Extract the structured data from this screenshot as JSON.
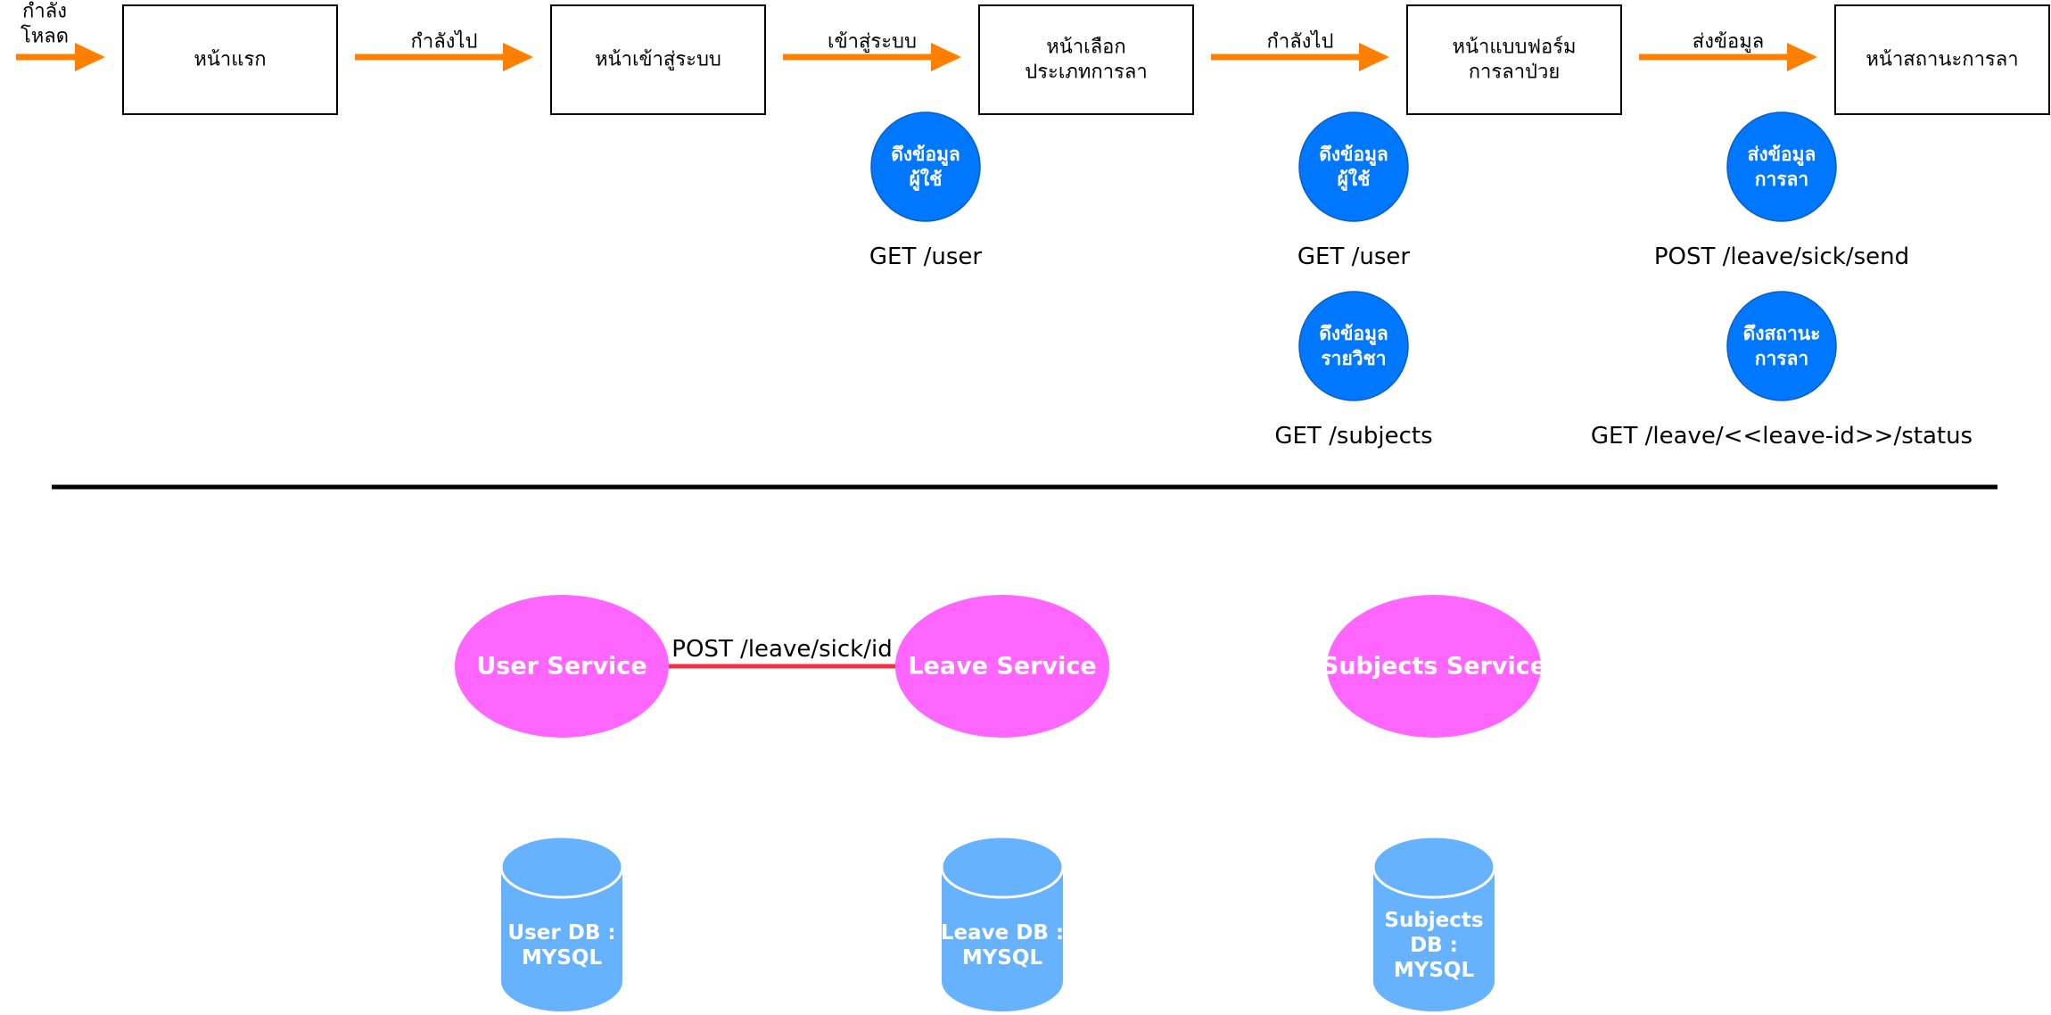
{
  "colors": {
    "arrow": "#ff8000",
    "action_circle": "#0077ff",
    "service": "#ff66ff",
    "database": "#66b2ff",
    "service_link": "#ee3344",
    "divider": "#000000"
  },
  "flow": {
    "start_label": [
      "กำลัง",
      "โหลด"
    ],
    "pages": [
      {
        "lines": [
          "หน้าแรก"
        ]
      },
      {
        "lines": [
          "หน้าเข้าสู่ระบบ"
        ]
      },
      {
        "lines": [
          "หน้าเลือก",
          "ประเภทการลา"
        ]
      },
      {
        "lines": [
          "หน้าแบบฟอร์ม",
          "การลาป่วย"
        ]
      },
      {
        "lines": [
          "หน้าสถานะการลา"
        ]
      }
    ],
    "transitions": [
      "กำลังไป",
      "เข้าสู่ระบบ",
      "กำลังไป",
      "ส่งข้อมูล"
    ]
  },
  "api_actions": [
    {
      "lines": [
        "ดึงข้อมูล",
        "ผู้ใช้"
      ],
      "endpoint": "GET /user"
    },
    {
      "lines": [
        "ดึงข้อมูล",
        "ผู้ใช้"
      ],
      "endpoint": "GET /user"
    },
    {
      "lines": [
        "ดึงข้อมูล",
        "รายวิชา"
      ],
      "endpoint": "GET /subjects"
    },
    {
      "lines": [
        "ส่งข้อมูล",
        "การลา"
      ],
      "endpoint": "POST /leave/sick/send"
    },
    {
      "lines": [
        "ดึงสถานะ",
        "การลา"
      ],
      "endpoint": "GET /leave/<<leave-id>>/status"
    }
  ],
  "services": [
    {
      "name": "User Service",
      "db_lines": [
        "User DB :",
        "MYSQL"
      ]
    },
    {
      "name": "Leave Service",
      "db_lines": [
        "Leave DB :",
        "MYSQL"
      ]
    },
    {
      "name": "Subjects Service",
      "db_lines": [
        "Subjects",
        "DB :",
        "MYSQL"
      ]
    }
  ],
  "service_link": {
    "label": "POST /leave/sick/id"
  }
}
